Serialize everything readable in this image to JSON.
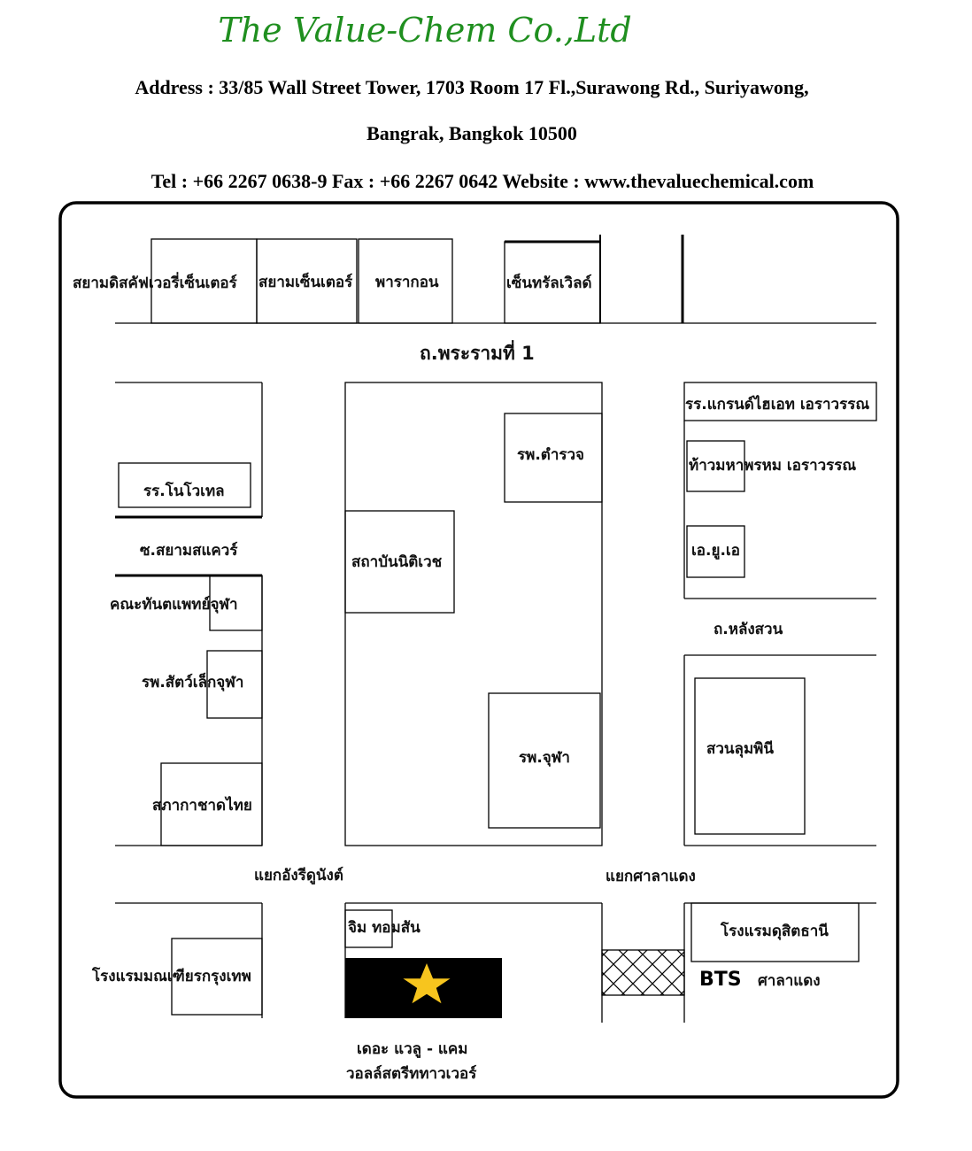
{
  "header": {
    "company": "The Value-Chem Co.,Ltd",
    "address_line1": "Address : 33/85 Wall Street Tower, 1703 Room 17 Fl.,Surawong Rd., Suriyawong,",
    "address_line2": "Bangrak, Bangkok 10500",
    "contact_line": "Tel : +66 2267 0638-9  Fax : +66 2267 0642  Website : www.thevaluechemical.com"
  },
  "map": {
    "roads": {
      "rama1": "ถ.พระรามที่ 1",
      "soi_siam_square": "ซ.สยามสแควร์",
      "lang_suan": "ถ.หลังสวน",
      "henri_dunant_intersection": "แยกอังรีดูนังต์",
      "sala_daeng_intersection": "แยกศาลาแดง"
    },
    "places": {
      "siam_discovery": "สยามดิสคัฟเวอรี่เซ็นเตอร์",
      "siam_center": "สยามเซ็นเตอร์",
      "paragon": "พารากอน",
      "central_world": "เซ็นทรัลเวิลด์",
      "novotel": "รร.โนโวเทล",
      "dentistry": "คณะทันตแพทย์จุฬา",
      "vet_hospital": "รพ.สัตว์เล็กจุฬา",
      "red_cross": "สภากาชาดไทย",
      "police_hospital": "รพ.ตำรวจ",
      "forensic_institute": "สถาบันนิติเวช",
      "chula_hospital": "รพ.จุฬา",
      "grand_hyatt": "รร.แกรนด์ไฮเอท เอราวรรณ",
      "erawan_shrine": "ท้าวมหาพรหม เอราวรรณ",
      "aua": "เอ.ยู.เอ",
      "lumpini_park": "สวนลุมพินี",
      "montien_hotel": "โรงแรมมณเฑียรกรุงเทพ",
      "jim_thompson": "จิม ทอมสัน",
      "dusit_thani": "โรงแรมดุสิตธานี",
      "bts_label": "BTS",
      "bts_station": "ศาลาแดง",
      "office_line1": "เดอะ แวลู - แคม",
      "office_line2": "วอลล์สตรีททาวเวอร์"
    },
    "colors": {
      "star": "#f7c51e",
      "office_block": "#000000"
    }
  }
}
